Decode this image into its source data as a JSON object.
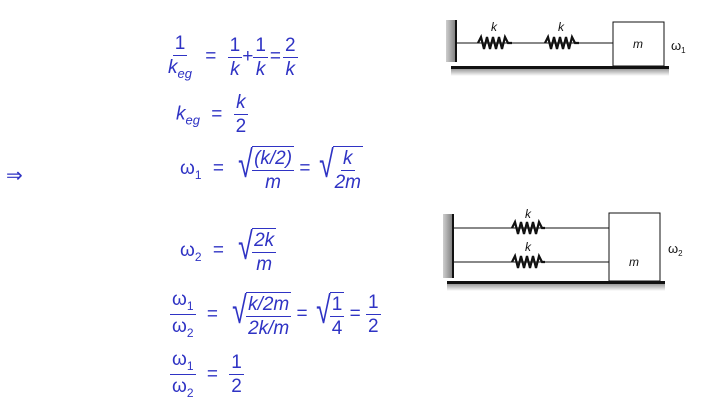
{
  "colors": {
    "text": "#2f33c4",
    "diagram": "#111111",
    "wall": "#8a8a8a"
  },
  "implies_symbol": "⇒",
  "eq1": {
    "lhs_num": "1",
    "lhs_den_base": "k",
    "lhs_den_sub": "eg",
    "eq": "=",
    "t1_num": "1",
    "t1_den": "k",
    "plus": "+",
    "t2_num": "1",
    "t2_den": "k",
    "eq2": "=",
    "r_num": "2",
    "r_den": "k"
  },
  "eq2": {
    "lhs_base": "k",
    "lhs_sub": "eg",
    "eq": "=",
    "r_num": "k",
    "r_den": "2"
  },
  "eq3": {
    "lhs_base": "ω",
    "lhs_sub": "1",
    "eq": "=",
    "s1_num": "(k/2)",
    "s1_den": "m",
    "eq2": "=",
    "s2_num": "k",
    "s2_den": "2m"
  },
  "eq4": {
    "lhs_base": "ω",
    "lhs_sub": "2",
    "eq": "=",
    "s_num": "2k",
    "s_den": "m"
  },
  "eq5": {
    "l_num_base": "ω",
    "l_num_sub": "1",
    "l_den_base": "ω",
    "l_den_sub": "2",
    "eq": "=",
    "s1_num": "k/2m",
    "s1_den": "2k/m",
    "eq2": "=",
    "s2_num": "1",
    "s2_den": "4",
    "eq3": "=",
    "r_num": "1",
    "r_den": "2"
  },
  "eq6": {
    "l_num_base": "ω",
    "l_num_sub": "1",
    "l_den_base": "ω",
    "l_den_sub": "2",
    "eq": "=",
    "r_num": "1",
    "r_den": "2"
  },
  "diagram1": {
    "spring1_label": "k",
    "spring2_label": "k",
    "mass_label": "m",
    "freq_label": "ω",
    "freq_sub": "1",
    "arrangement": "series"
  },
  "diagram2": {
    "spring1_label": "k",
    "spring2_label": "k",
    "mass_label": "m",
    "freq_label": "ω",
    "freq_sub": "2",
    "arrangement": "parallel"
  }
}
